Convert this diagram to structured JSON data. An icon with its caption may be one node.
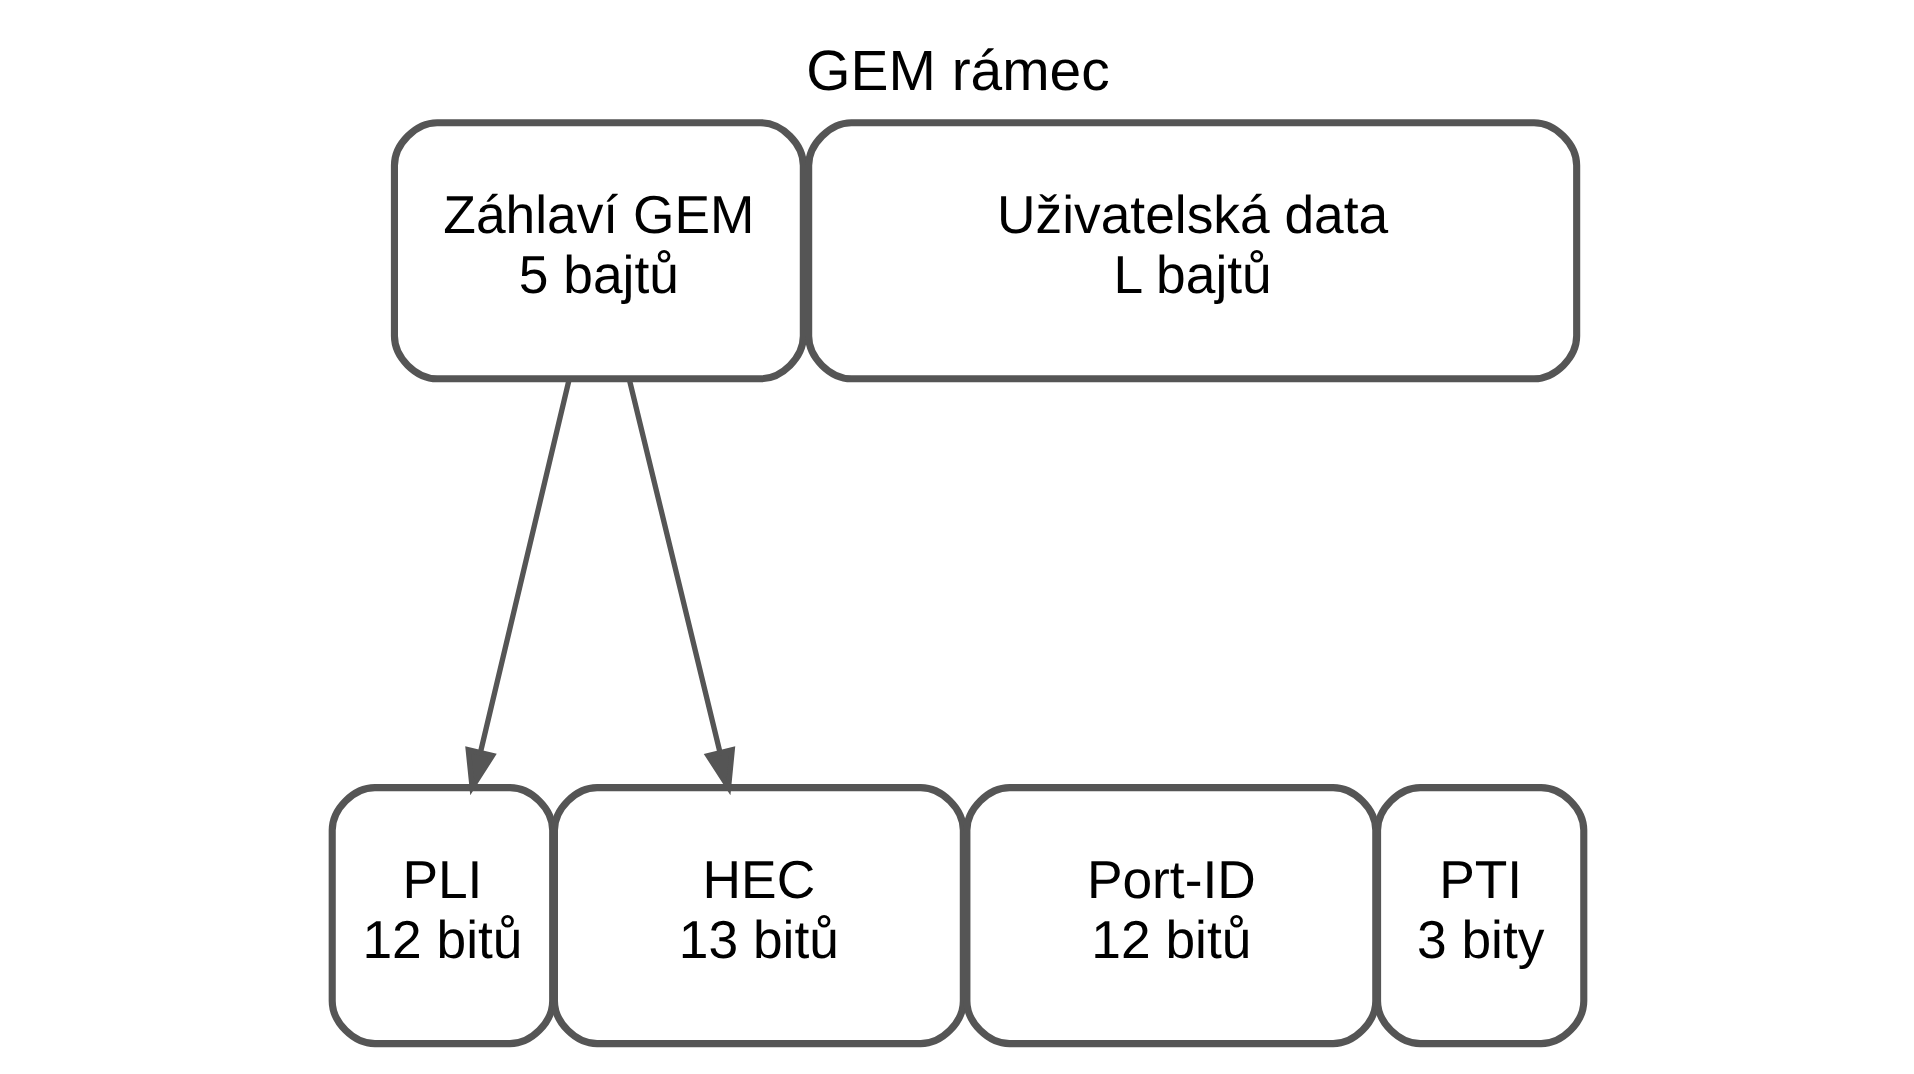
{
  "diagram": {
    "title": "GEM rámec",
    "nodes": [
      {
        "text": [
          "Záhlaví GEM",
          "5 bajtů"
        ]
      },
      {
        "text": [
          "Uživatelská data",
          "L bajtů"
        ]
      },
      {
        "text": [
          "PLI",
          "12 bitů"
        ]
      },
      {
        "text": [
          "Port-ID",
          "12 bitů"
        ]
      },
      {
        "text": [
          "PTI",
          "3 bity"
        ]
      },
      {
        "text": [
          "HEC",
          "13 bitů"
        ]
      }
    ],
    "edges": [
      {
        "from": 0,
        "to": 2,
        "arrow": "to"
      },
      {
        "from": 0,
        "to": 5,
        "arrow": "to"
      }
    ]
  }
}
